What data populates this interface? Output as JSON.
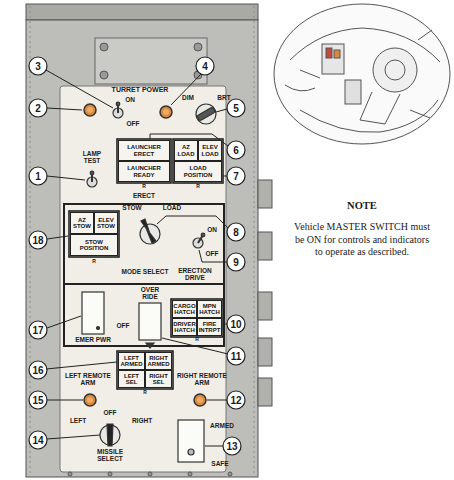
{
  "diagram": {
    "nodes": [
      {
        "text": [
          "LAUNCHER ERECT"
        ]
      },
      {
        "text": [
          "LAUNCHER READY"
        ]
      },
      {
        "text": [
          "AZ LOAD"
        ]
      },
      {
        "text": [
          "ELEV LOAD"
        ]
      },
      {
        "text": [
          "LOAD POSITION"
        ]
      },
      {
        "text": [
          "AZ STOW"
        ]
      },
      {
        "text": [
          "ELEV STOW"
        ]
      },
      {
        "text": [
          "STOW POSITION"
        ]
      },
      {
        "text": [
          "CARGO HATCH"
        ]
      },
      {
        "text": [
          "MPN HATCH"
        ]
      },
      {
        "text": [
          "DRIVER HATCH"
        ]
      },
      {
        "text": [
          "FIRE INTRPT"
        ]
      },
      {
        "text": [
          "LEFT ARMED"
        ]
      },
      {
        "text": [
          "RIGHT ARMED"
        ]
      },
      {
        "text": [
          "LEFT SEL"
        ]
      },
      {
        "text": [
          "RIGHT SEL"
        ]
      }
    ],
    "labels": [
      "TURRET POWER",
      "ON",
      "OFF",
      "DIM",
      "BRT",
      "LAMP TEST",
      "R",
      "R",
      "ERECT",
      "R",
      "STOW",
      "LOAD",
      "MODE SELECT",
      "ON",
      "OFF",
      "ERECTION DRIVE",
      "OVER RIDE",
      "OFF",
      "R",
      "EMER PWR",
      "LEFT REMOTE ARM",
      "R",
      "RIGHT REMOTE ARM",
      "OFF",
      "LEFT",
      "RIGHT",
      "MISSILE SELECT",
      "ARMED",
      "SAFE",
      "NOTE",
      "Vehicle MASTER SWITCH must be ON for controls and indicators to operate as described.",
      "1",
      "2",
      "3",
      "4",
      "5",
      "6",
      "7",
      "8",
      "9",
      "10",
      "11",
      "12",
      "13",
      "14",
      "15",
      "16",
      "17",
      "18"
    ]
  }
}
